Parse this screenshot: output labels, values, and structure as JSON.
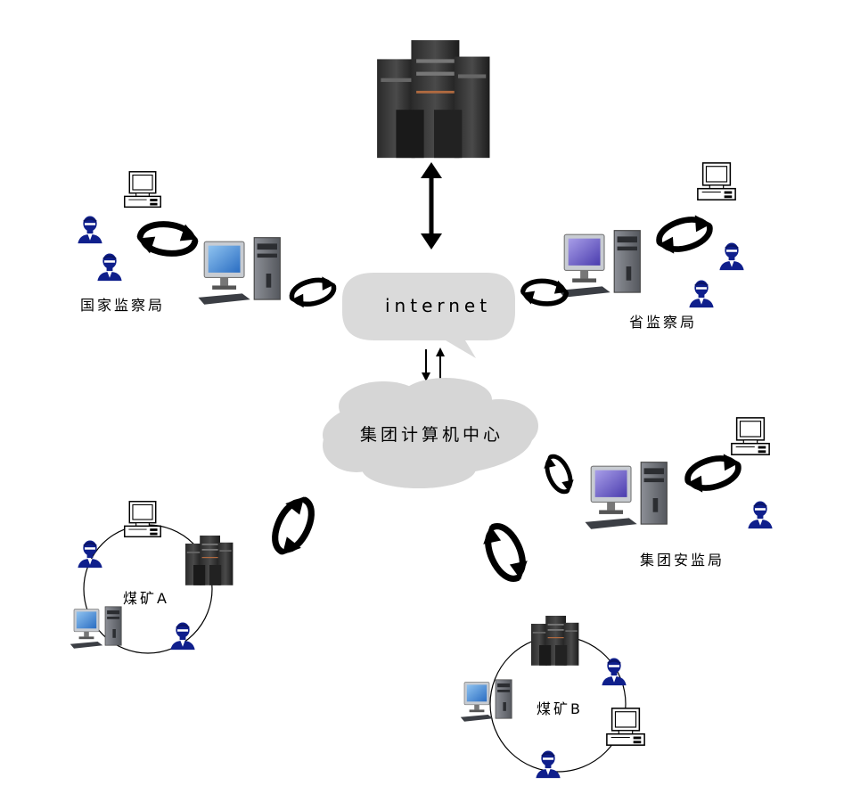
{
  "labels": {
    "internet": "internet",
    "group_center": "集团计算机中心",
    "national": "国家监察局",
    "provincial": "省监察局",
    "group_safety": "集团安监局",
    "mine_a": "煤矿A",
    "mine_b": "煤矿B"
  },
  "icons": {
    "server_rack": "server-rack-icon",
    "desktop": "desktop-computer-icon",
    "terminal": "terminal-computer-icon",
    "user": "user-icon",
    "sync": "sync-arrows-icon"
  },
  "colors": {
    "bubble": "#dadada",
    "cloud": "#d6d6d6",
    "arrow": "#000000",
    "user": "#0f1f8c",
    "monitor_blue": "#4d8fd6",
    "monitor_purple": "#7a6fc9"
  }
}
